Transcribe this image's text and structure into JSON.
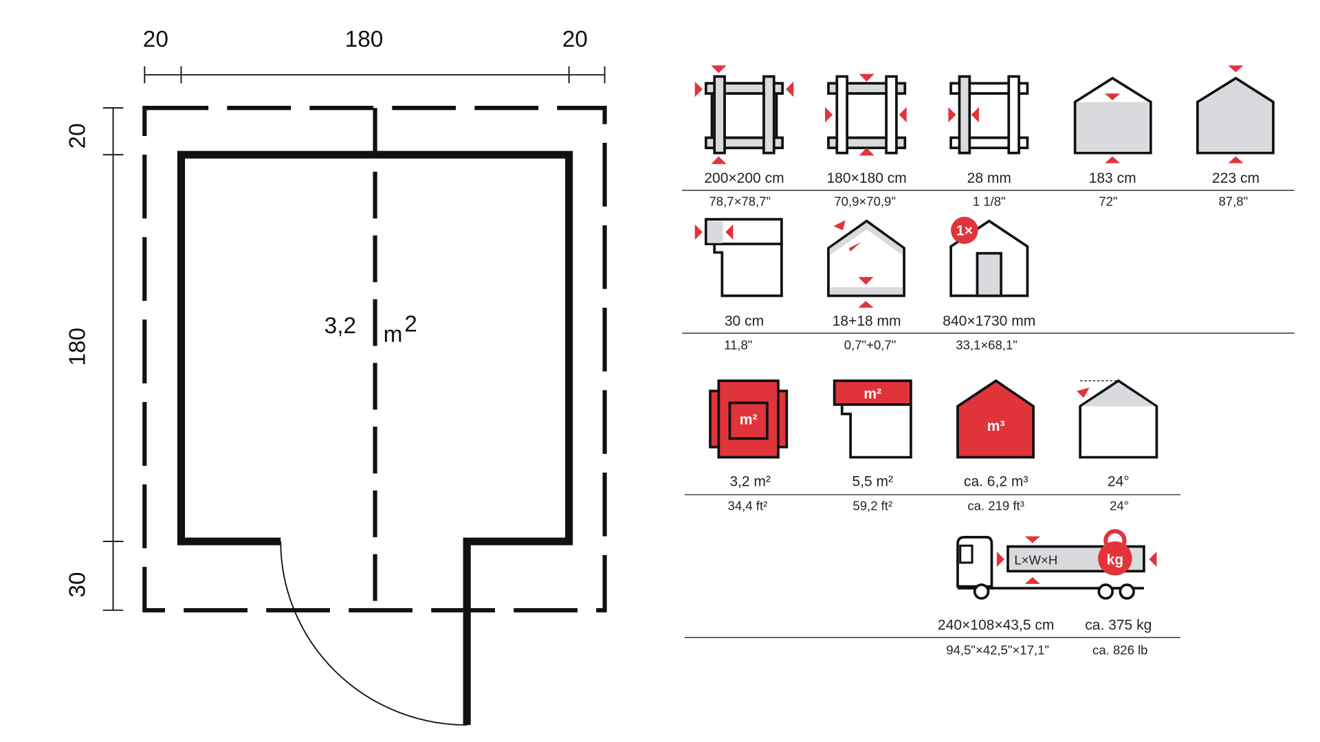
{
  "plan": {
    "top_dims": [
      "20",
      "180",
      "20"
    ],
    "left_dims": [
      "20",
      "180",
      "30"
    ],
    "area_value": "3,2",
    "area_unit": "m",
    "area_exp": "2"
  },
  "specs": {
    "row1": [
      {
        "icon": "outer-footprint-icon",
        "metric": "200×200 cm",
        "imperial": "78,7×78,7\""
      },
      {
        "icon": "inner-footprint-icon",
        "metric": "180×180 cm",
        "imperial": "70,9×70,9\""
      },
      {
        "icon": "wall-thickness-icon",
        "metric": "28 mm",
        "imperial": "1 1/8\""
      },
      {
        "icon": "side-wall-height-icon",
        "metric": "183 cm",
        "imperial": "72\""
      },
      {
        "icon": "ridge-height-icon",
        "metric": "223 cm",
        "imperial": "87,8\""
      }
    ],
    "row2": [
      {
        "icon": "roof-overhang-icon",
        "metric": "30 cm",
        "imperial": "11,8\""
      },
      {
        "icon": "roof-floor-thickness-icon",
        "metric": "18+18 mm",
        "imperial": "0,7\"+0,7\""
      },
      {
        "icon": "door-icon",
        "badge": "1×",
        "metric": "840×1730 mm",
        "imperial": "33,1×68,1\""
      }
    ],
    "row3": [
      {
        "icon": "floor-area-icon",
        "inner": "m²",
        "metric": "3,2 m²",
        "imperial": "34,4 ft²"
      },
      {
        "icon": "roof-area-icon",
        "inner": "m²",
        "metric": "5,5 m²",
        "imperial": "59,2 ft²"
      },
      {
        "icon": "volume-icon",
        "inner": "m³",
        "metric": "ca. 6,2 m³",
        "imperial": "ca. 219 ft³"
      },
      {
        "icon": "roof-pitch-icon",
        "metric": "24°",
        "imperial": "24°"
      }
    ],
    "row4": {
      "package_label": "L×W×H",
      "weight_label": "kg",
      "dims_metric": "240×108×43,5 cm",
      "dims_imperial": "94,5\"×42,5\"×17,1\"",
      "weight_metric": "ca. 375 kg",
      "weight_imperial": "ca. 826 lb"
    }
  },
  "colors": {
    "accent": "#e0343a",
    "fill": "#d9dadd",
    "ink": "#111111"
  }
}
